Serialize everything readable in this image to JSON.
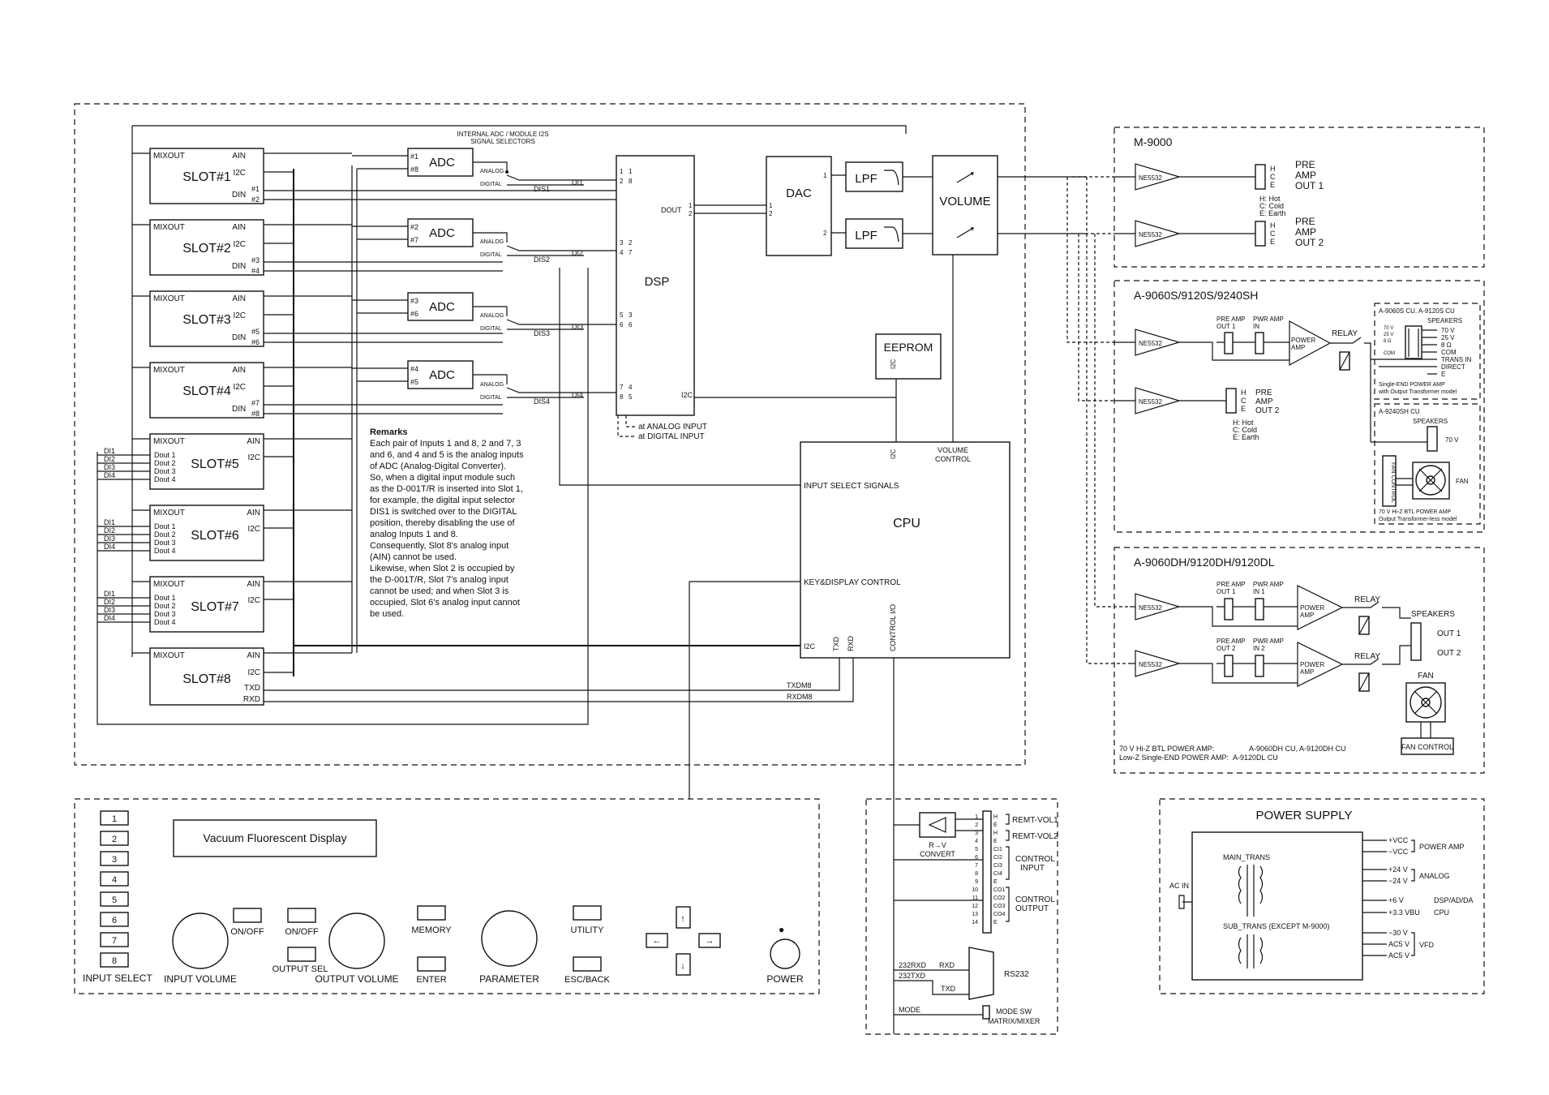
{
  "main": {
    "slots": [
      {
        "name": "SLOT#1",
        "mixout": "MIXOUT",
        "ain": "AIN",
        "i2c": "I2C",
        "din": "DIN",
        "p1": "#1",
        "p2": "#2"
      },
      {
        "name": "SLOT#2",
        "mixout": "MIXOUT",
        "ain": "AIN",
        "i2c": "I2C",
        "din": "DIN",
        "p1": "#3",
        "p2": "#4"
      },
      {
        "name": "SLOT#3",
        "mixout": "MIXOUT",
        "ain": "AIN",
        "i2c": "I2C",
        "din": "DIN",
        "p1": "#5",
        "p2": "#6"
      },
      {
        "name": "SLOT#4",
        "mixout": "MIXOUT",
        "ain": "AIN",
        "i2c": "I2C",
        "din": "DIN",
        "p1": "#7",
        "p2": "#8"
      },
      {
        "name": "SLOT#5",
        "mixout": "MIXOUT",
        "ain": "AIN",
        "i2c": "I2C",
        "douts": [
          "Dout 1",
          "Dout 2",
          "Dout 3",
          "Dout 4"
        ]
      },
      {
        "name": "SLOT#6",
        "mixout": "MIXOUT",
        "ain": "AIN",
        "i2c": "I2C",
        "douts": [
          "Dout 1",
          "Dout 2",
          "Dout 3",
          "Dout 4"
        ]
      },
      {
        "name": "SLOT#7",
        "mixout": "MIXOUT",
        "ain": "AIN",
        "i2c": "I2C",
        "douts": [
          "Dout 1",
          "Dout 2",
          "Dout 3",
          "Dout 4"
        ]
      },
      {
        "name": "SLOT#8",
        "mixout": "MIXOUT",
        "ain": "AIN",
        "i2c": "I2C",
        "txd": "TXD",
        "rxd": "RXD"
      }
    ],
    "di_labels": [
      "DI1",
      "DI2",
      "DI3",
      "DI4"
    ],
    "adcs": [
      {
        "name": "ADC",
        "a": "#1",
        "b": "#8"
      },
      {
        "name": "ADC",
        "a": "#2",
        "b": "#7"
      },
      {
        "name": "ADC",
        "a": "#3",
        "b": "#6"
      },
      {
        "name": "ADC",
        "a": "#4",
        "b": "#5"
      }
    ],
    "analog": "ANALOG",
    "digital": "DIGITAL",
    "dis": [
      "DIS1",
      "DIS2",
      "DIS3",
      "DIS4"
    ],
    "di": [
      "DI1",
      "DI2",
      "DI3",
      "DI4"
    ],
    "selector_title_1": "INTERNAL ADC / MODULE I2S",
    "selector_title_2": "SIGNAL SELECTORS",
    "dsp": {
      "name": "DSP",
      "dout": "DOUT",
      "i2c": "I2C",
      "pins": [
        "1",
        "2",
        "1",
        "8",
        "3",
        "4",
        "2",
        "7",
        "5",
        "6",
        "3",
        "6",
        "7",
        "8",
        "4",
        "5"
      ],
      "dout_pins": [
        "1",
        "2"
      ]
    },
    "analog_note": "at ANALOG INPUT",
    "digital_note": "at DIGITAL INPUT",
    "dac": {
      "name": "DAC",
      "pins": [
        "1",
        "2",
        "1",
        "2"
      ]
    },
    "lpf": "LPF",
    "volume": "VOLUME",
    "eeprom": {
      "name": "EEPROM",
      "i2c": "I2C"
    },
    "cpu": {
      "name": "CPU",
      "i2c_top": "I2C",
      "volume_control": "VOLUME",
      "volume_control2": "CONTROL",
      "input_select": "INPUT SELECT SIGNALS",
      "key_display": "KEY&DISPLAY CONTROL",
      "i2c_left": "I2C",
      "txd": "TXD",
      "rxd": "RXD",
      "control_io": "CONTROL I/O"
    },
    "txdm8": "TXDM8",
    "rxdm8": "RXDM8",
    "remarks_title": "Remarks",
    "remarks_lines": [
      "Each pair of Inputs 1 and 8, 2 and 7, 3",
      "and 6, and 4 and 5 is the analog inputs",
      "of ADC (Analog-Digital Converter).",
      "So, when a digital input module such",
      "as the D-001T/R is inserted into Slot 1,",
      "for example, the digital input selector",
      "DIS1 is switched over to the DIGITAL",
      "position, thereby disabling the use of",
      "analog Inputs 1 and 8.",
      "Consequently, Slot 8's analog input",
      "(AIN) cannot be used.",
      "Likewise, when Slot 2 is occupied by",
      "the D-001T/R, Slot 7's analog input",
      "cannot be used; and when Slot 3 is",
      "occupied, Slot 6's analog input cannot",
      "be used."
    ]
  },
  "m9000": {
    "title": "M-9000",
    "amp": "NE5532",
    "out1": [
      "PRE",
      "AMP",
      "OUT 1"
    ],
    "out2": [
      "PRE",
      "AMP",
      "OUT 2"
    ],
    "hce": [
      "H",
      "C",
      "E"
    ],
    "legend": [
      "H: Hot",
      "C: Cold",
      "E: Earth"
    ]
  },
  "a9060s": {
    "title": "A-9060S/9120S/9240SH",
    "amp": "NE5532",
    "pre_amp_out1": [
      "PRE AMP",
      "OUT 1"
    ],
    "pwr_amp_in": [
      "PWR AMP",
      "IN"
    ],
    "power_amp": [
      "POWER",
      "AMP"
    ],
    "relay": "RELAY",
    "out2": [
      "PRE",
      "AMP",
      "OUT 2"
    ],
    "hce": [
      "H",
      "C",
      "E"
    ],
    "legend": [
      "H: Hot",
      "C: Cold",
      "E: Earth"
    ],
    "cu_title": "A-9060S CU, A-9120S CU",
    "speakers": "SPEAKERS",
    "taps_small": [
      "70 V",
      "25 V",
      "8 Ω",
      "COM"
    ],
    "taps": [
      "70 V",
      "25 V",
      "8 Ω",
      "COM",
      "TRANS IN",
      "DIRECT",
      "E"
    ],
    "single_end_1": "Single-END POWER AMP",
    "single_end_2": "with Output Transformer model",
    "sh_title": "A-9240SH CU",
    "sh_speakers": "SPEAKERS",
    "sh_70v": "70 V",
    "fan_control": "FAN CONTROL",
    "fan": "FAN",
    "btl_1": "70 V Hi-Z BTL POWER AMP",
    "btl_2": "Output Transformer-less model"
  },
  "a9060dh": {
    "title": "A-9060DH/9120DH/9120DL",
    "amp": "NE5532",
    "pre_amp_out1": [
      "PRE AMP",
      "OUT 1"
    ],
    "pwr_amp_in1": [
      "PWR AMP",
      "IN 1"
    ],
    "pre_amp_out2": [
      "PRE AMP",
      "OUT 2"
    ],
    "pwr_amp_in2": [
      "PWR AMP",
      "IN 2"
    ],
    "power_amp": [
      "POWER",
      "AMP"
    ],
    "relay": "RELAY",
    "speakers": "SPEAKERS",
    "out1": "OUT 1",
    "out2": "OUT 2",
    "fan": "FAN",
    "fan_control": "FAN CONTROL",
    "note1_label": "70 V Hi-Z BTL POWER AMP:",
    "note1_value": "A-9060DH CU, A-9120DH CU",
    "note2_label": "Low-Z Single-END POWER AMP:",
    "note2_value": "A-9120DL CU"
  },
  "panel": {
    "input_buttons": [
      "1",
      "2",
      "3",
      "4",
      "5",
      "6",
      "7",
      "8"
    ],
    "input_select": "INPUT SELECT",
    "vfd": "Vacuum Fluorescent Display",
    "input_onoff": "ON/OFF",
    "input_volume": "INPUT VOLUME",
    "output_onoff": "ON/OFF",
    "output_sel": "OUTPUT SEL",
    "output_volume": "OUTPUT VOLUME",
    "memory": "MEMORY",
    "enter": "ENTER",
    "parameter": "PARAMETER",
    "utility": "UTILITY",
    "esc_back": "ESC/BACK",
    "power": "POWER"
  },
  "io": {
    "rv": "R→V",
    "convert": "CONVERT",
    "pins": [
      "1",
      "2",
      "3",
      "4",
      "5",
      "6",
      "7",
      "8",
      "9",
      "10",
      "11",
      "12",
      "13",
      "14"
    ],
    "pin_labels": [
      "H",
      "E",
      "H",
      "E",
      "CI1",
      "CI2",
      "CI3",
      "CI4",
      "E",
      "CO1",
      "CO2",
      "CO3",
      "CO4",
      "E"
    ],
    "remt1": "REMT-VOL1",
    "remt2": "REMT-VOL2",
    "control_input": [
      "CONTROL",
      "INPUT"
    ],
    "control_output": [
      "CONTROL",
      "OUTPUT"
    ],
    "rs232": "RS232",
    "rs232rxd": "232RXD",
    "rs232txd": "232TXD",
    "rxd": "RXD",
    "txd": "TXD",
    "mode": "MODE",
    "mode_sw": "MODE SW",
    "matrix_mixer": "MATRIX/MIXER"
  },
  "power_supply": {
    "title": "POWER SUPPLY",
    "ac_in": "AC IN",
    "main_trans": "MAIN_TRANS",
    "sub_trans": "SUB_TRANS (EXCEPT M-9000)",
    "vcc_pos": "+VCC",
    "vcc_neg": "−VCC",
    "power_amp": "POWER AMP",
    "p24": "+24 V",
    "m24": "−24 V",
    "analog": "ANALOG",
    "p6": "+6 V",
    "dsp": "DSP/AD/DA",
    "p33": "+3.3 VBU",
    "cpu": "CPU",
    "m30": "−30 V",
    "ac5a": "AC5 V",
    "ac5b": "AC5 V",
    "vfd": "VFD"
  }
}
